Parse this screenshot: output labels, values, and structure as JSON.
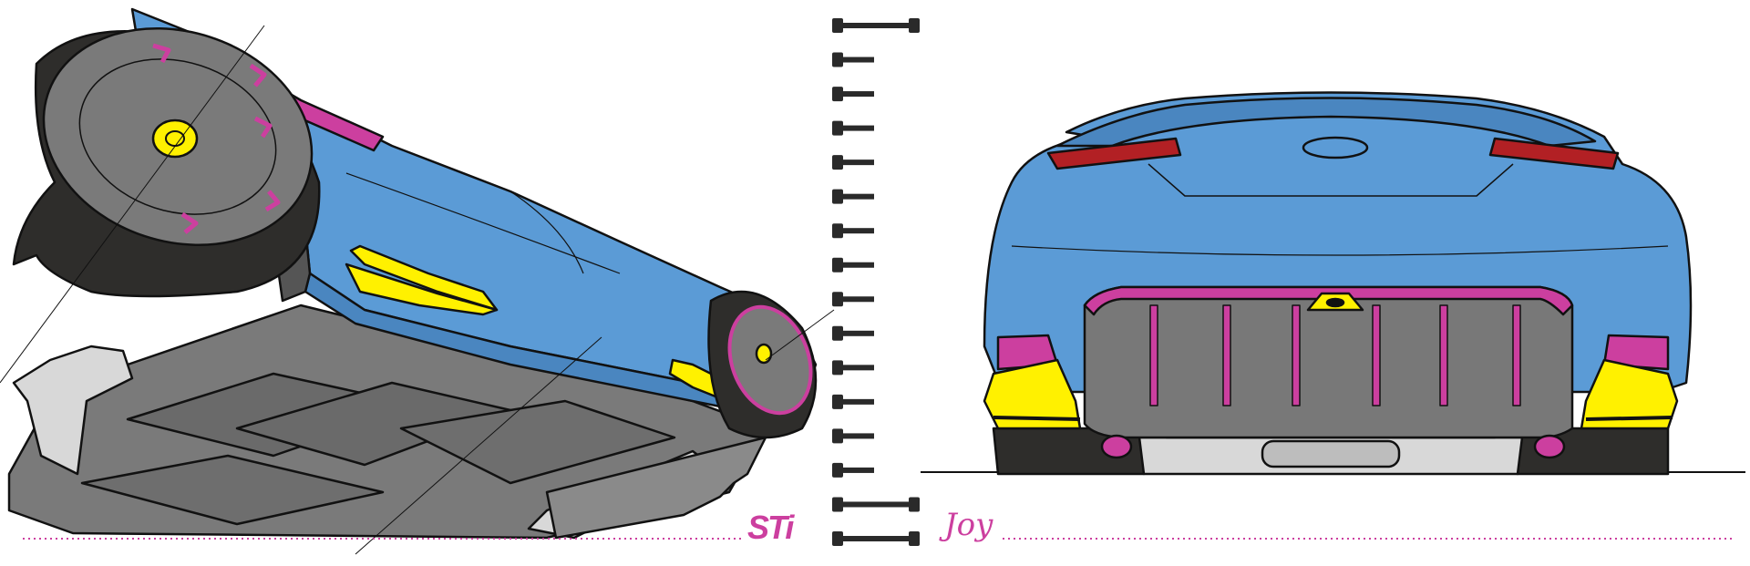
{
  "brand": {
    "logo_text": "STi",
    "signature_text": "Joy"
  },
  "colors": {
    "body_blue": "#5b9bd6",
    "accent_magenta": "#cc3f9f",
    "accent_yellow": "#fff100",
    "tire_dark": "#2e2d2b",
    "panel_grey": "#787878",
    "light_grey": "#d8d8d8",
    "tail_red": "#b22024",
    "outline": "#111111"
  },
  "icons": {
    "scale": "vertical-scale-bar",
    "logo": "sti-logo",
    "signature": "artist-signature"
  },
  "scale_bar": {
    "tick_count": 16
  }
}
